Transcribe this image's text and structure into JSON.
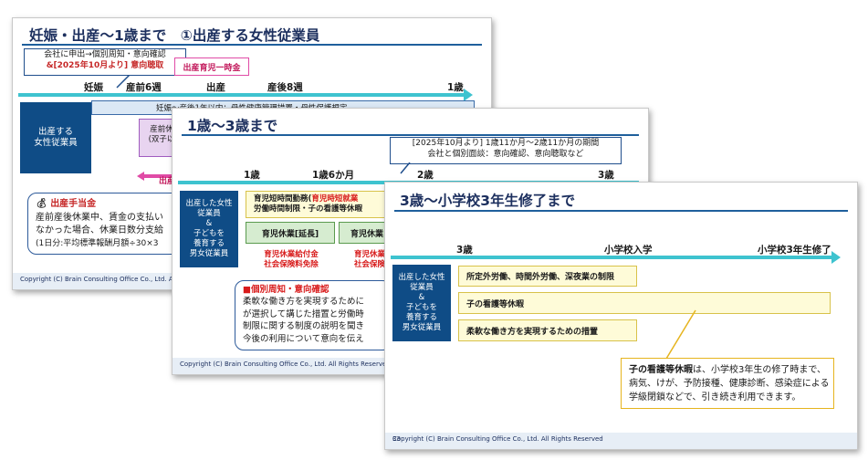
{
  "slide1": {
    "title": "妊娠・出産～1歳まで　①出産する女性従業員",
    "callout_line1": "会社に申出→個別周知・意向確認",
    "callout_line2": "&[2025年10月より] 意向聴取",
    "pink_label": "出産育児一時金",
    "ticks": [
      "妊娠",
      "産前6週",
      "出産",
      "産後8週",
      "1歳"
    ],
    "bar_text": "妊娠～産後1年以内：母性健康管理措置・母性保護規定",
    "navy_label": "出産する\n女性従業員",
    "lavender_text": "産前休\n(双子以",
    "leave_text": "出産",
    "benefit_title": "出産手当金",
    "benefit_line1": "産前産後休業中、賃金の支払い",
    "benefit_line2": "なかった場合、休業日数分支給",
    "benefit_line3": "(1日分:平均標準報酬月額÷30×3",
    "footer": "Copyright (C) Brain Consulting Office Co., Ltd.  All"
  },
  "slide2": {
    "title": "1歳～3歳まで",
    "callout_line1": "[2025年10月より] 1歳11か月～2歳11か月の期間",
    "callout_line2": "会社と個別面談：意向確認、意向聴取など",
    "ticks": [
      "1歳",
      "1歳6か月",
      "2歳",
      "3歳"
    ],
    "navy_label": "出産した女性\n従業員\n&\n子どもを\n養育する\n男女従業員",
    "yellow_line1_a": "育児短時間勤務(",
    "yellow_line1_b": "育児時短就業",
    "yellow_line2": "労働時間制限・子の看護等休暇",
    "green1": "育児休業[延長]",
    "green2": "育児休業",
    "red1": "育児休業給付金\n社会保険料免除",
    "red2": "育児休業\n社会保険",
    "info_title": "■個別周知・意向確認",
    "info_line1": "柔軟な働き方を実現するために",
    "info_line2": "が選択して講じた措置と労働時",
    "info_line3": "制限に関する制度の説明を聞き",
    "info_line4": "今後の利用について意向を伝え",
    "footer": "Copyright (C) Brain Consulting Office Co., Ltd.  All Rights Reserved"
  },
  "slide3": {
    "title": "3歳～小学校3年生修了まで",
    "ticks": [
      "3歳",
      "小学校入学",
      "小学校3年生修了"
    ],
    "navy_label": "出産した女性\n従業員\n&\n子どもを\n養育する\n男女従業員",
    "bar1": "所定外労働、時間外労働、深夜業の制限",
    "bar2": "子の看護等休暇",
    "bar3": "柔軟な働き方を実現するための措置",
    "note_bold": "子の看護等休暇",
    "note_line1_rest": "は、小学校3年生の修了時まで、",
    "note_line2": "病気、けが、予防接種、健康診断、感染症による",
    "note_line3": "学級閉鎖などで、引き続き利用できます。",
    "footer": "Copyright (C) Brain Consulting Office Co., Ltd.  All Rights Reserved",
    "page_number": "33"
  },
  "colors": {
    "navy": "#0f4c86",
    "timeline": "#3ec3cf",
    "title_text": "#1c2f5e",
    "emphasis_red": "#d81b1b",
    "pink": "#e04ba6",
    "yellow_border": "#d8c24a",
    "orange_border": "#e6b41e"
  }
}
